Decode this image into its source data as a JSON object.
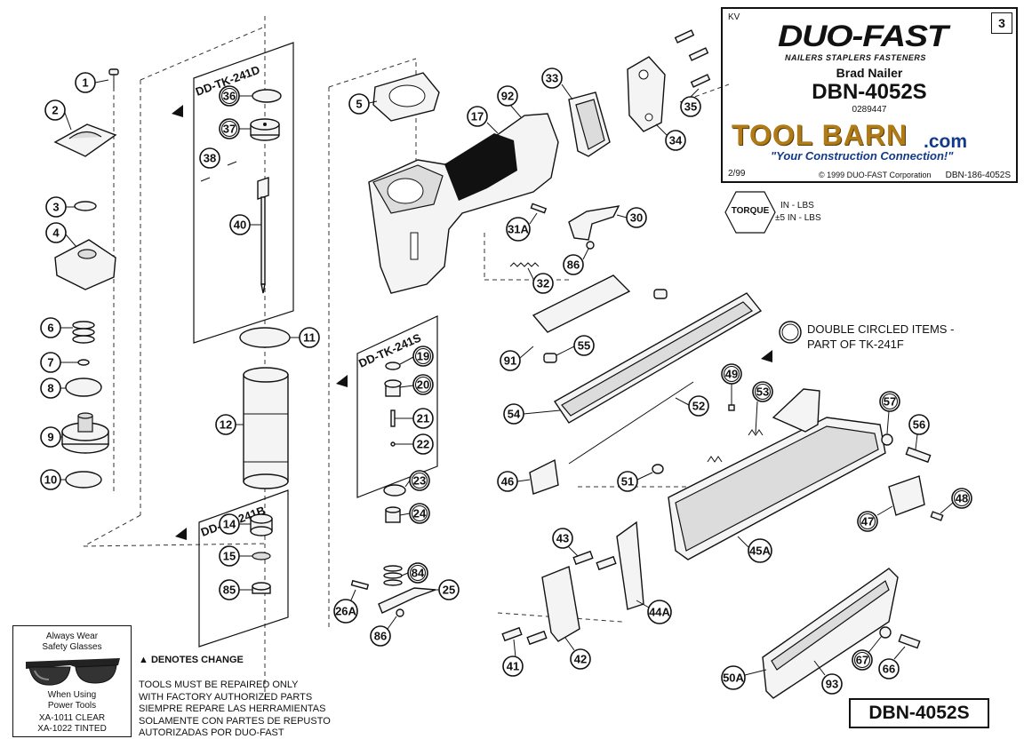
{
  "title_block": {
    "corner_code": "KV",
    "sheet_number": "3",
    "brand": "DUO-FAST",
    "brand_tagline": "NAILERS STAPLERS FASTENERS",
    "product_type": "Brad Nailer",
    "model": "DBN-4052S",
    "part_number": "0289447",
    "dealer_name": "TOOL BARN",
    "dealer_domain": ".com",
    "dealer_slogan": "\"Your Construction Connection!\"",
    "date": "2/99",
    "copyright": "© 1999 DUO-FAST Corporation",
    "document_number": "DBN-186-4052S"
  },
  "torque": {
    "label": "TORQUE",
    "unit": "IN - LBS",
    "tolerance": "±5 IN - LBS"
  },
  "kits": {
    "k241d": "DD-TK-241D",
    "k241s": "DD-TK-241S",
    "k241b": "DD-TK-241B"
  },
  "notes": {
    "double_circle": "DOUBLE CIRCLED ITEMS - PART OF TK-241F",
    "change_marker": "DENOTES CHANGE",
    "repair_en_1": "TOOLS MUST BE REPAIRED ONLY",
    "repair_en_2": "WITH FACTORY AUTHORIZED PARTS",
    "repair_es_1": "SIEMPRE REPARE LAS HERRAMIENTAS",
    "repair_es_2": "SOLAMENTE CON PARTES DE REPUSTO",
    "repair_es_3": "AUTORIZADAS POR DUO-FAST"
  },
  "safety": {
    "line1": "Always Wear",
    "line2": "Safety Glasses",
    "line3": "When Using",
    "line4": "Power Tools",
    "clear": "XA-1011 CLEAR",
    "tinted": "XA-1022 TINTED"
  },
  "model_footer": "DBN-4052S",
  "callouts": {
    "c1": "1",
    "c2": "2",
    "c3": "3",
    "c4": "4",
    "c5": "5",
    "c6": "6",
    "c7": "7",
    "c8": "8",
    "c9": "9",
    "c10": "10",
    "c11": "11",
    "c12": "12",
    "c14": "14",
    "c15": "15",
    "c17": "17",
    "c19": "19",
    "c20": "20",
    "c21": "21",
    "c22": "22",
    "c23": "23",
    "c24": "24",
    "c25": "25",
    "c26a": "26A",
    "c30": "30",
    "c31a": "31A",
    "c32": "32",
    "c33": "33",
    "c34": "34",
    "c35": "35",
    "c36": "36",
    "c37": "37",
    "c38": "38",
    "c40": "40",
    "c41": "41",
    "c42": "42",
    "c43": "43",
    "c44a": "44A",
    "c45a": "45A",
    "c46": "46",
    "c47": "47",
    "c48": "48",
    "c49": "49",
    "c50a": "50A",
    "c51": "51",
    "c52": "52",
    "c53": "53",
    "c54": "54",
    "c55": "55",
    "c56": "56",
    "c57": "57",
    "c66": "66",
    "c67": "67",
    "c84": "84",
    "c85": "85",
    "c86a": "86",
    "c86b": "86",
    "c91": "91",
    "c92": "92",
    "c93": "93"
  }
}
